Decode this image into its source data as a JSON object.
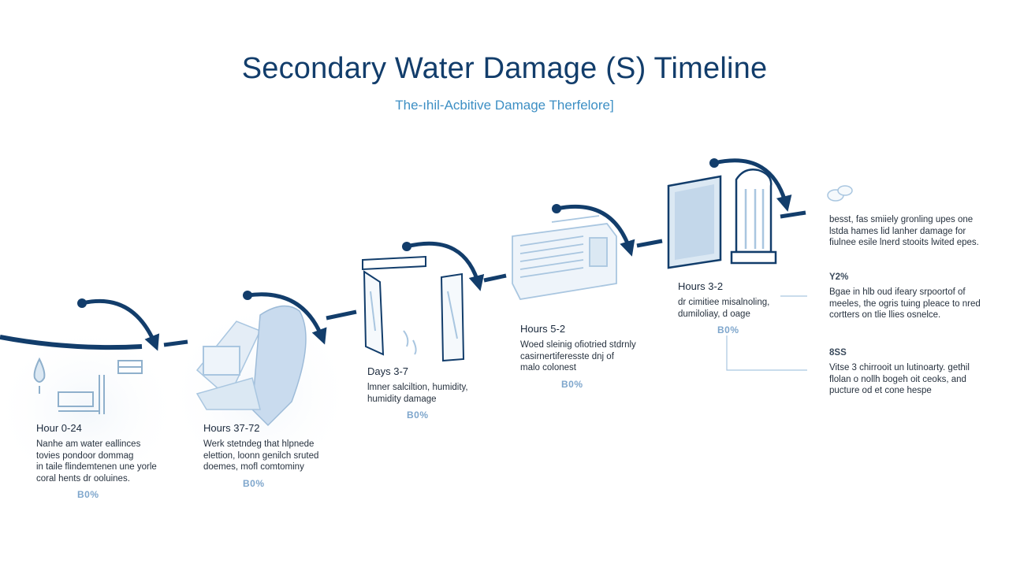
{
  "title": "Secondary Water Damage (S) Timeline",
  "subtitle": "The-ıhil-Acbitive Damage Therfelore]",
  "stages": [
    {
      "label": "Hour 0-24",
      "desc": "Nanhe am water eallinces\ntovies pondoor dommag\nin taile flindemtenen une yorle\ncoral hents dr ooluines.",
      "badge": "B0%"
    },
    {
      "label": "Hours 37-72",
      "desc": "Werk stetndeg that hlpnede\nelettion, loonn genilch sruted\ndoemes, mofl comtominy",
      "badge": "B0%"
    },
    {
      "label": "Days 3-7",
      "desc": "lmner salciltion, humidity,\nhumidity damage",
      "badge": "B0%"
    },
    {
      "label": "Hours 5-2",
      "desc": "Woed sleinig ofiotried stdrnly\ncasirnertiferesste dnj of\nmalo colonest",
      "badge": "B0%"
    },
    {
      "label": "Hours 3-2",
      "desc": "dr cimitiee misalnoling,\ndumiloliay, d oage",
      "badge": "B0%"
    }
  ],
  "notes": [
    {
      "pct": "",
      "desc": "besst, fas smiiely gronling upes one\nlstda hames lid lanher damage for\nfiulnee esile lnerd stooits lwited epes."
    },
    {
      "pct": "Y2%",
      "desc": "Bgae in hlb oud ifeary srpoortof of\nmeeles, the ogris tuing pleace to nred\ncortters on tlie llies osnelce."
    },
    {
      "pct": "8SS",
      "desc": "Vitse 3 chirrooit un lutinoarty. gethil\nflolan o nollh bogeh oit ceoks, and\npucture od et cone hespe"
    }
  ],
  "colors": {
    "navy": "#123d6b",
    "accent": "#3d8fc4",
    "icon_blue": "#a9c6e0",
    "badge": "#7ea6cc"
  },
  "icons": [
    "water-drop-icon",
    "bed-icon",
    "cabinet-icon",
    "damaged-furniture-icon",
    "open-door-icon",
    "air-conditioner-icon",
    "window-icon",
    "pillar-icon",
    "stones-icon"
  ]
}
